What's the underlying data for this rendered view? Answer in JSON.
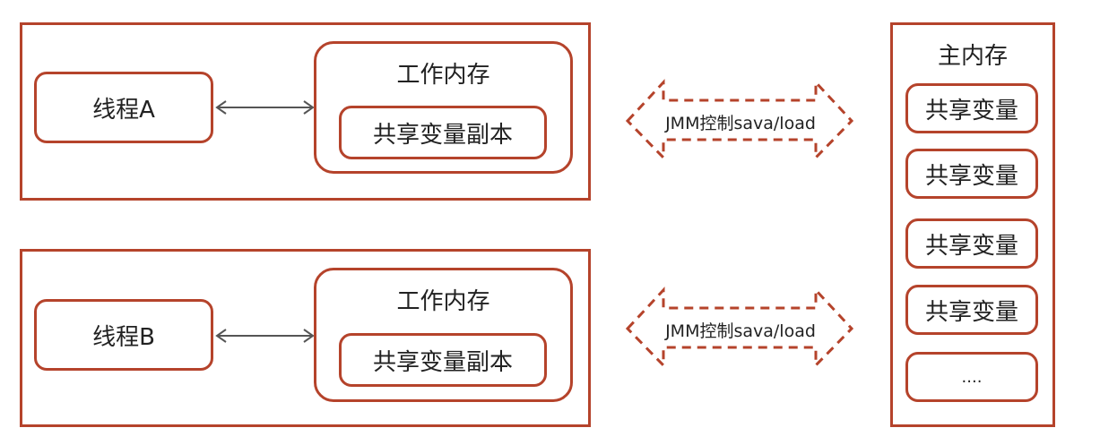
{
  "colors": {
    "border": "#b5432b",
    "arrow": "#555555",
    "text": "#222222"
  },
  "threads": [
    {
      "thread_label": "线程A",
      "working_memory_title": "工作内存",
      "copy_label": "共享变量副本",
      "jmm_label": "JMM控制sava/load"
    },
    {
      "thread_label": "线程B",
      "working_memory_title": "工作内存",
      "copy_label": "共享变量副本",
      "jmm_label": "JMM控制sava/load"
    }
  ],
  "main_memory": {
    "title": "主内存",
    "items": [
      "共享变量",
      "共享变量",
      "共享变量",
      "共享变量",
      "...."
    ]
  }
}
